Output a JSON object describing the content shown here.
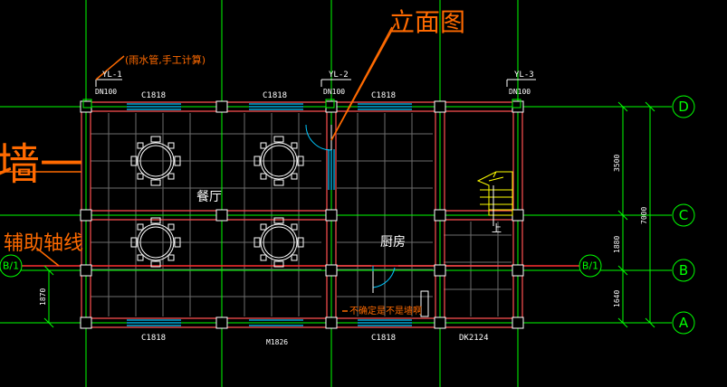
{
  "annotations": {
    "elevation_view": "立面图",
    "wall": "墙一",
    "auxiliary_axis": "辅助轴线",
    "rain_pipe_note": "(雨水管,手工计算)",
    "not_sure_wall": "不确定是不是墙啊"
  },
  "axes": {
    "D": "D",
    "C": "C",
    "B": "B",
    "A": "A",
    "B1_left": "B/1",
    "B1_right": "B/1"
  },
  "pipes": {
    "yl1": "YL-1",
    "yl2": "YL-2",
    "yl3": "YL-3",
    "dn": "DN100"
  },
  "windows": {
    "c1818": "C1818"
  },
  "rooms": {
    "dining": "餐厅",
    "kitchen": "厨房",
    "stair_up": "上"
  },
  "doors": {
    "m1826": "M1826",
    "dk2124": "DK2124"
  },
  "dimensions": {
    "d3500": "3500",
    "d7000": "7000",
    "d1880": "1880",
    "d1640": "1640",
    "d1870": "1870"
  },
  "colors": {
    "background": "#000000",
    "axis_green": "#00ff00",
    "wall_red": "#ff5050",
    "text_white": "#ffffff",
    "window_cyan": "#00c8ff",
    "annotation_orange": "#ff6a00",
    "stair_yellow": "#ffff00",
    "grid_gray": "#7a7a7a"
  }
}
